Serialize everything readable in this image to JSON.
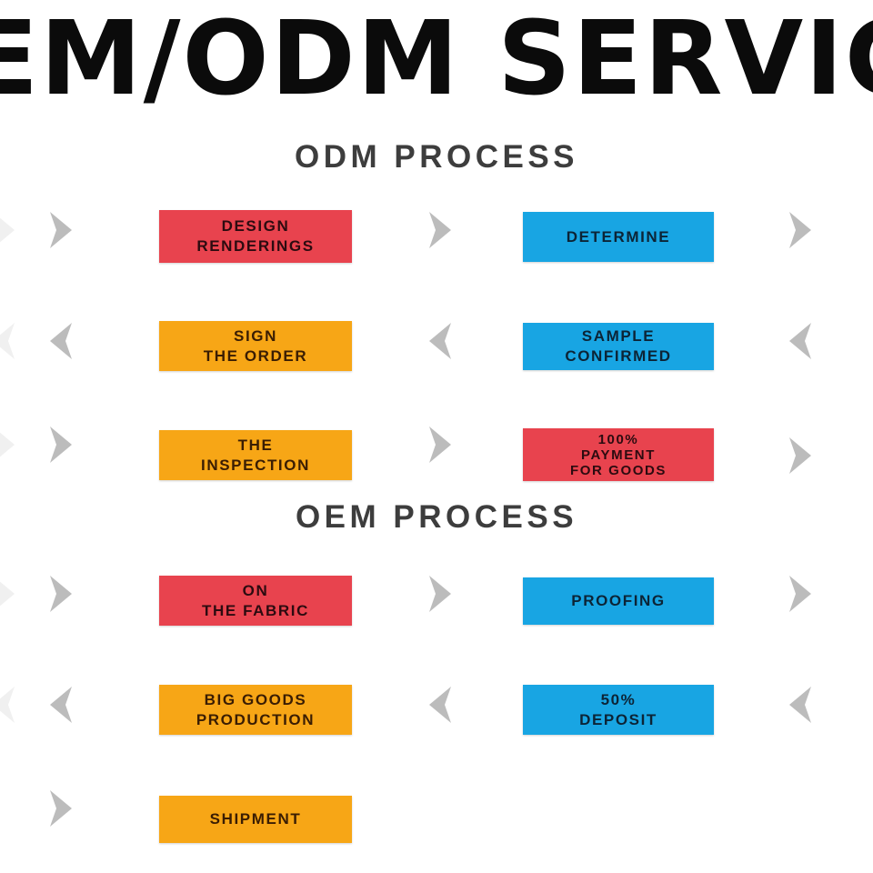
{
  "title": {
    "text": "OEM/ODM SERVICE",
    "visible_text": "EM/ODM SERVIC",
    "color": "#0b0b0b"
  },
  "colors": {
    "red": "#E8434E",
    "blue": "#18A5E3",
    "orange": "#F7A616",
    "chevron_gray": "#bcbcbc",
    "heading_gray": "#3d3d3d",
    "background": "#ffffff"
  },
  "sections": [
    {
      "heading": "ODM PROCESS",
      "rows": [
        {
          "direction": "right",
          "left_box": {
            "lines": [
              "DESIGN",
              "RENDERINGS"
            ],
            "color": "red"
          },
          "right_box": {
            "lines": [
              "DETERMINE"
            ],
            "color": "blue"
          }
        },
        {
          "direction": "left",
          "left_box": {
            "lines": [
              "SIGN",
              "THE ORDER"
            ],
            "color": "orange"
          },
          "right_box": {
            "lines": [
              "SAMPLE",
              "CONFIRMED"
            ],
            "color": "blue"
          }
        },
        {
          "direction": "right",
          "left_box": {
            "lines": [
              "THE",
              "INSPECTION"
            ],
            "color": "orange"
          },
          "right_box": {
            "lines": [
              "100%",
              "PAYMENT",
              "FOR GOODS"
            ],
            "color": "red"
          }
        }
      ]
    },
    {
      "heading": "OEM PROCESS",
      "rows": [
        {
          "direction": "right",
          "left_box": {
            "lines": [
              "ON",
              "THE FABRIC"
            ],
            "color": "red"
          },
          "right_box": {
            "lines": [
              "PROOFING"
            ],
            "color": "blue"
          }
        },
        {
          "direction": "left",
          "left_box": {
            "lines": [
              "BIG GOODS",
              "PRODUCTION"
            ],
            "color": "orange"
          },
          "right_box": {
            "lines": [
              "50%",
              "DEPOSIT"
            ],
            "color": "blue"
          }
        },
        {
          "direction": "right",
          "left_box": {
            "lines": [
              "SHIPMENT"
            ],
            "color": "orange"
          },
          "right_box": null
        }
      ]
    }
  ],
  "icons": {
    "chevron_right": "chevron-right-icon",
    "chevron_left": "chevron-left-icon"
  }
}
